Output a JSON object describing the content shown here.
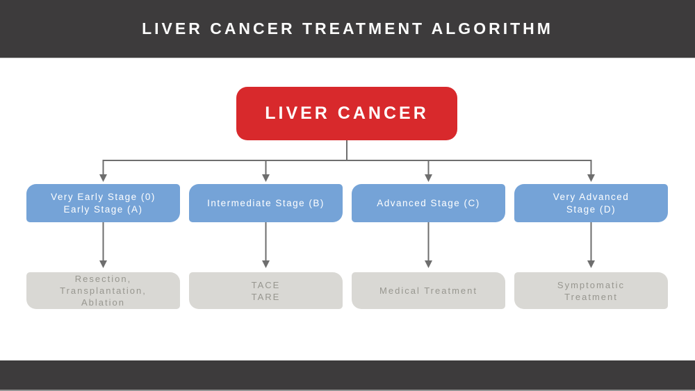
{
  "header": {
    "title": "LIVER CANCER TREATMENT ALGORITHM"
  },
  "root_node": {
    "label": "LIVER CANCER"
  },
  "columns": [
    {
      "stage_label": "Very Early Stage (0)\nEarly Stage (A)",
      "treatment_label": "Resection,\nTransplantation,\nAblation"
    },
    {
      "stage_label": "Intermediate Stage (B)",
      "treatment_label": "TACE\nTARE"
    },
    {
      "stage_label": "Advanced Stage (C)",
      "treatment_label": "Medical Treatment"
    },
    {
      "stage_label": "Very Advanced\nStage (D)",
      "treatment_label": "Symptomatic\nTreatment"
    }
  ],
  "colors": {
    "bar_background": "#3d3b3c",
    "title_text": "#fbfbfb",
    "root_box": "#d8292c",
    "root_text": "#ffffff",
    "stage_box": "#75a3d7",
    "stage_text": "#ffffff",
    "treatment_box": "#d9d8d4",
    "treatment_text": "#97968f",
    "connector": "#6e6e6e"
  }
}
